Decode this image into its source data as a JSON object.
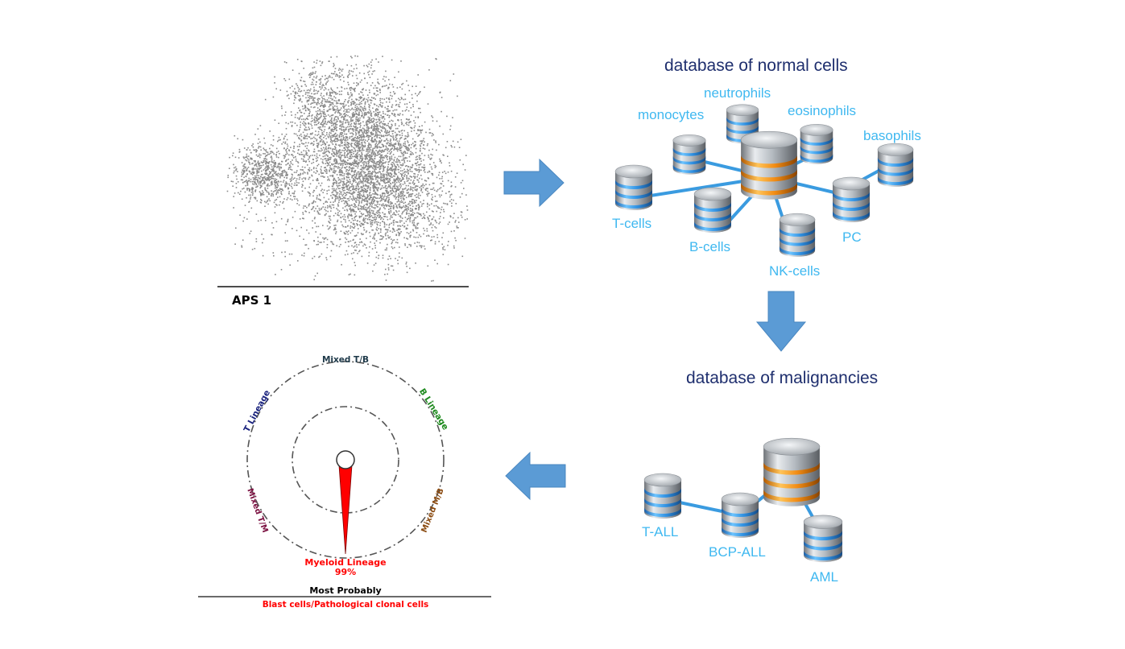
{
  "scatter": {
    "axis_label": "APS 1"
  },
  "normal_db": {
    "title": "database of normal cells",
    "labels": {
      "neutrophils": "neutrophils",
      "monocytes": "monocytes",
      "eosinophils": "eosinophils",
      "basophils": "basophils",
      "t_cells": "T-cells",
      "b_cells": "B-cells",
      "pc": "PC",
      "nk_cells": "NK-cells"
    }
  },
  "malignancy_db": {
    "title": "database of malignancies",
    "labels": {
      "t_all": "T-ALL",
      "bcp_all": "BCP-ALL",
      "aml": "AML"
    }
  },
  "gauge": {
    "labels": {
      "mixed_tb": "Mixed T/B",
      "b_lineage": "B Lineage",
      "t_lineage": "T Lineage",
      "mixed_tm": "Mixed T/M",
      "mixed_mb": "Mixed M/B",
      "myeloid": "Myeloid Lineage"
    },
    "percent": "99%",
    "result": "Most Probably",
    "footer": "Blast cells/Pathological clonal cells",
    "colors": {
      "t_lineage": "#1a237e",
      "b_lineage": "#1e8a1e",
      "mixed_tb": "#1f3a4a",
      "mixed_tm": "#7a1040",
      "mixed_mb": "#8a4a10",
      "myeloid": "#ff0000"
    }
  },
  "colors": {
    "arrow": "#5b9bd5",
    "label": "#3fb8f0",
    "heading": "#1f2f6e",
    "connector": "#3a9be0",
    "scatter_dots": "#8a8a8a"
  }
}
